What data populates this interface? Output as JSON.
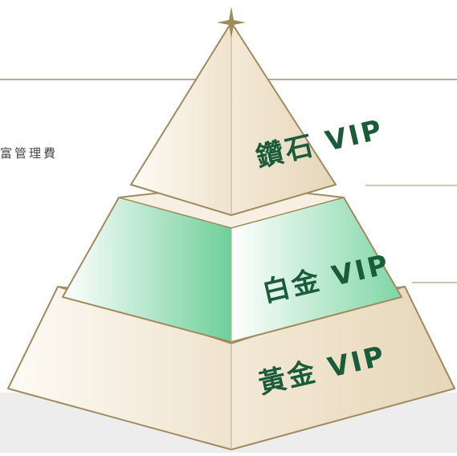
{
  "partial_text": "富管理費",
  "tiers": [
    {
      "name": "鑽石 VIP"
    },
    {
      "name": "白金 VIP"
    },
    {
      "name": "黃金 VIP"
    }
  ],
  "colors": {
    "gold_line": "#a08b5f",
    "tier_text": "#1a5c3a",
    "cream_light": "#fbf7ef",
    "cream_dark": "#e8dcc4",
    "green": "#8fd8b0",
    "band": "#ededed"
  }
}
